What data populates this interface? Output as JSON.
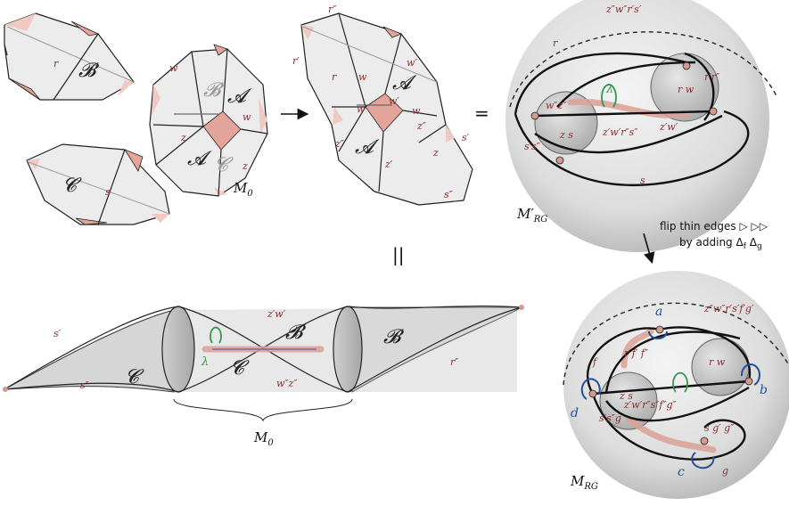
{
  "labels": {
    "B": "𝓑",
    "C": "𝓒",
    "A": "𝓐",
    "M0": "M",
    "M0_sub": "0",
    "MRGprime": "M′",
    "MRGprime_sub": "RG",
    "MRG": "M",
    "MRG_sub": "RG",
    "equals": "=",
    "parallel": "||",
    "lambda": "λ"
  },
  "edge_labels": {
    "r": "r",
    "s": "s",
    "w": "w",
    "z": "z",
    "r2": "r″",
    "r1": "r′",
    "w1": "w′",
    "w2": "w″",
    "z1": "z′",
    "z2": "z″",
    "s1": "s′",
    "s2": "s″",
    "top_rg1": "z″w″r′s′",
    "mid_rg1": "z′w′r″s″",
    "left_rg1": "s′s″",
    "right_rg1": "r′r″",
    "zs": "z s",
    "rw": "r w",
    "zw": "z′w′",
    "wz": "w″z″",
    "top_rg": "z″w″r′s′f′g′",
    "mid_rg": "z′w′r″s″f″g″",
    "rff": "r f′ f″",
    "sgg": "s g′ g″",
    "ssg": "s′s″g",
    "f": "f",
    "g": "g",
    "a": "a",
    "b": "b",
    "c": "c",
    "d": "d"
  },
  "flip_note": {
    "line1": "flip thin edges",
    "line2": "by adding",
    "delta_f": "Δ",
    "delta_f_sub": "f",
    "delta_g": "Δ",
    "delta_g_sub": "g"
  }
}
